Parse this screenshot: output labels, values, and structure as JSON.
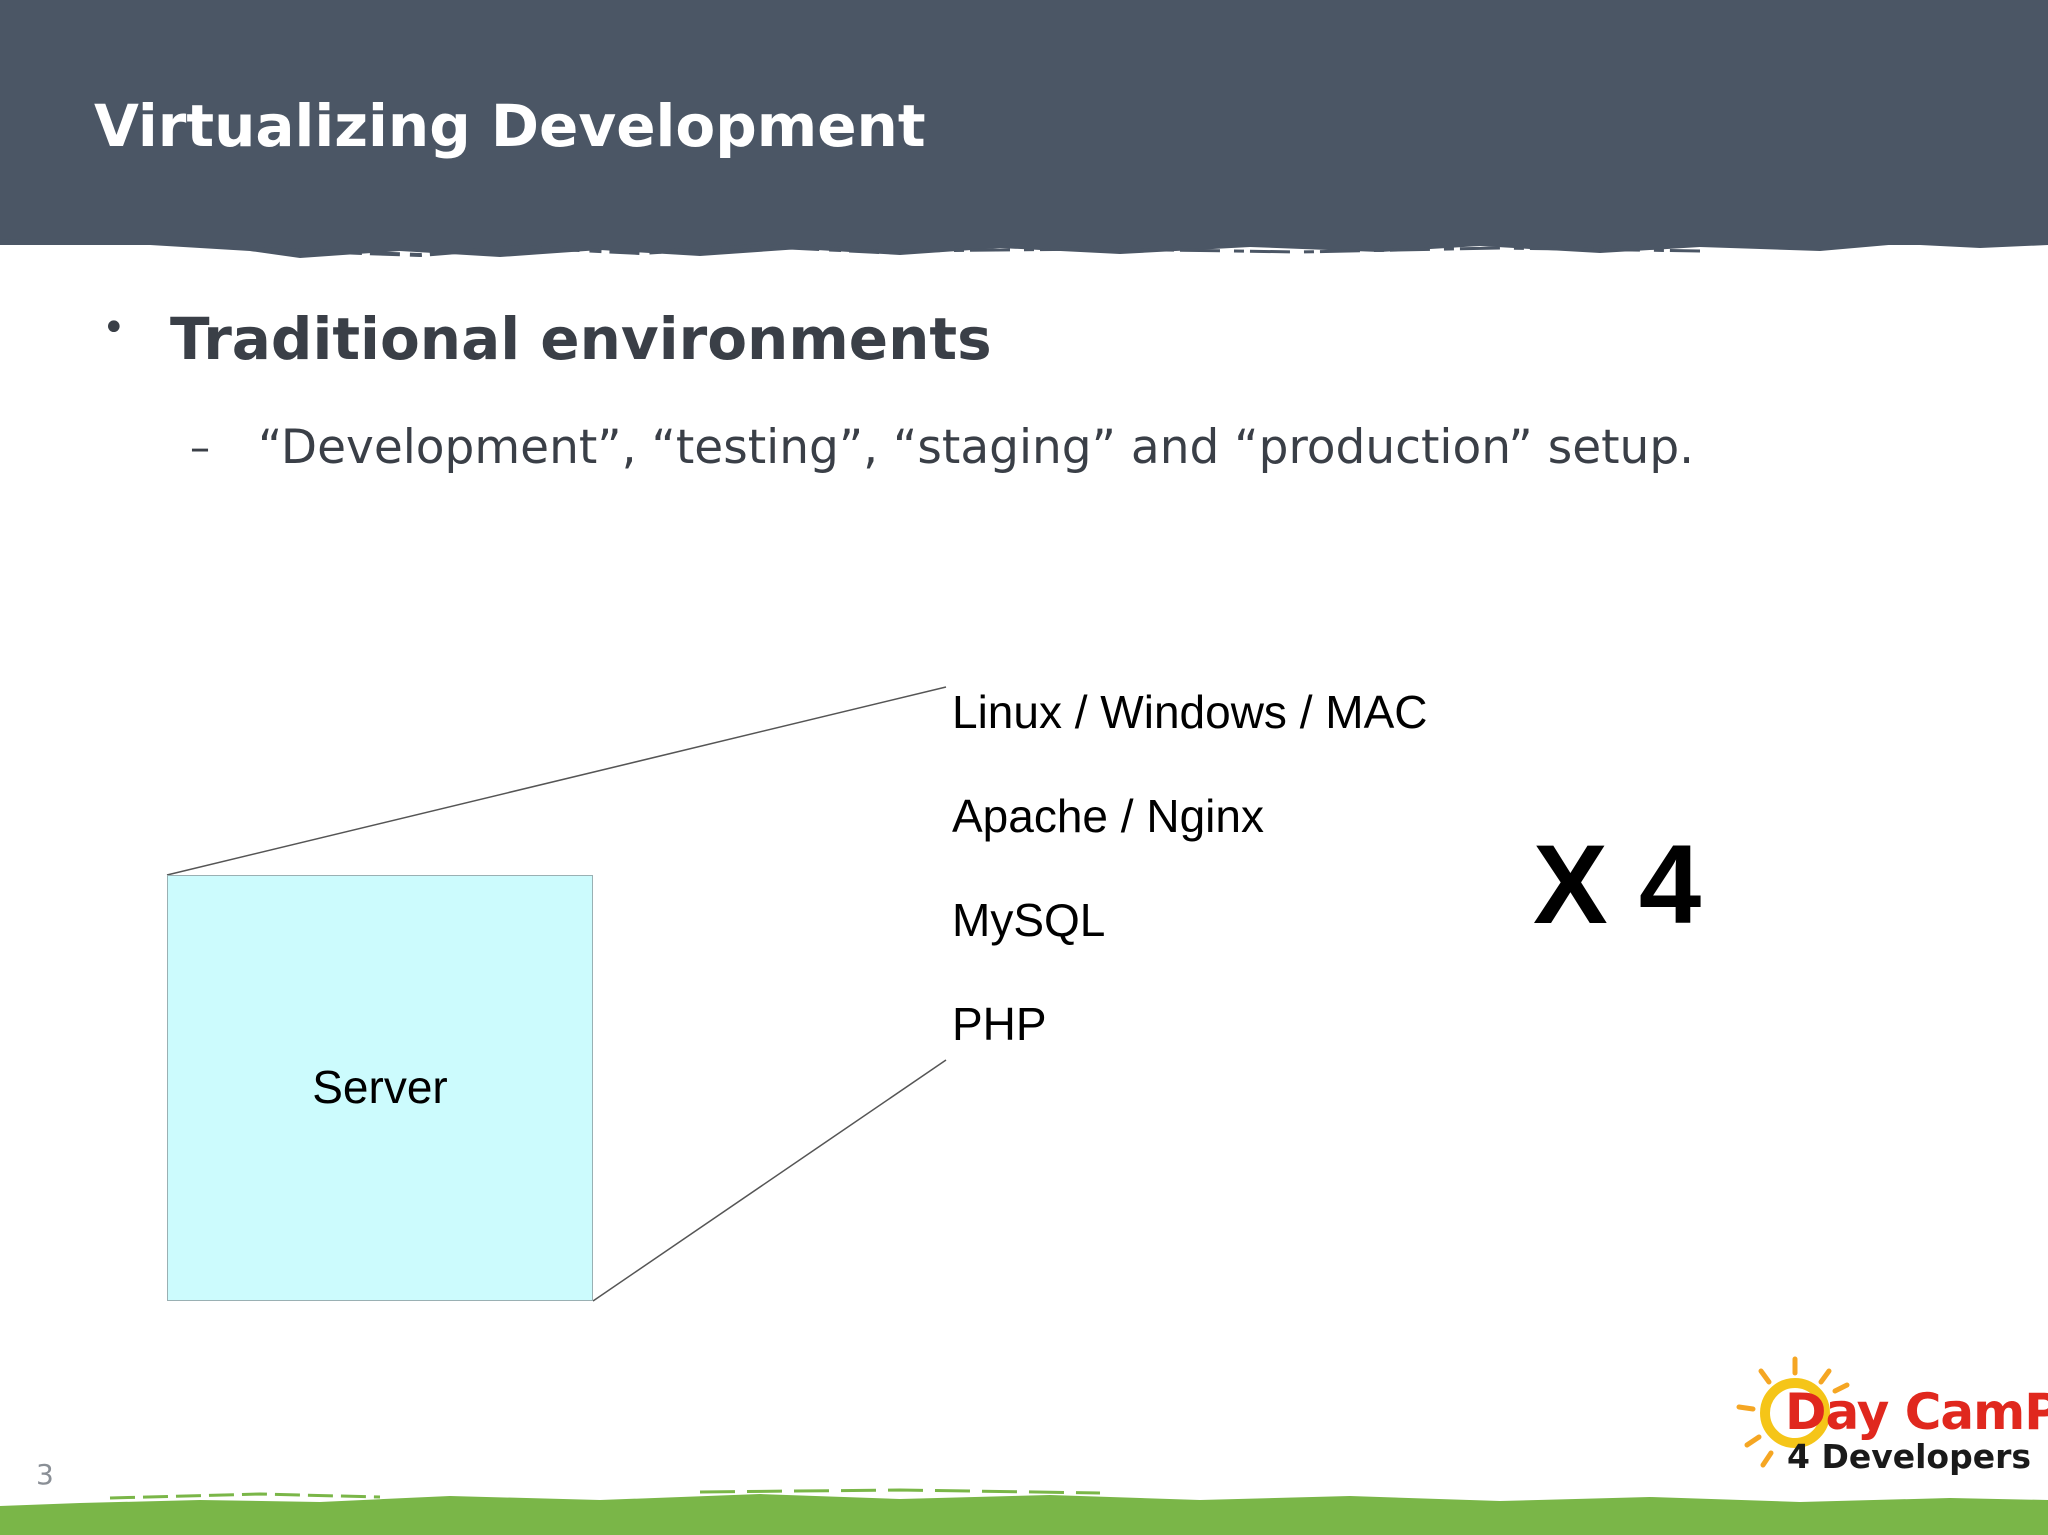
{
  "slide": {
    "title": "Virtualizing Development",
    "bullet": "Traditional environments",
    "sub_bullet": "“Development”, “testing”, “staging” and “production” setup.",
    "page_number": "3"
  },
  "diagram": {
    "server_label": "Server",
    "stack": [
      "Linux / Windows / MAC",
      "Apache / Nginx",
      "MySQL",
      "PHP"
    ],
    "multiplier": "X 4"
  },
  "logo": {
    "line1": "Day CamP",
    "line2": "4 Developers"
  },
  "colors": {
    "header": "#4b5665",
    "server_fill": "#ccfbfd",
    "footer_green": "#7ab648",
    "logo_red": "#e0281e",
    "logo_sun": "#f5a623"
  }
}
